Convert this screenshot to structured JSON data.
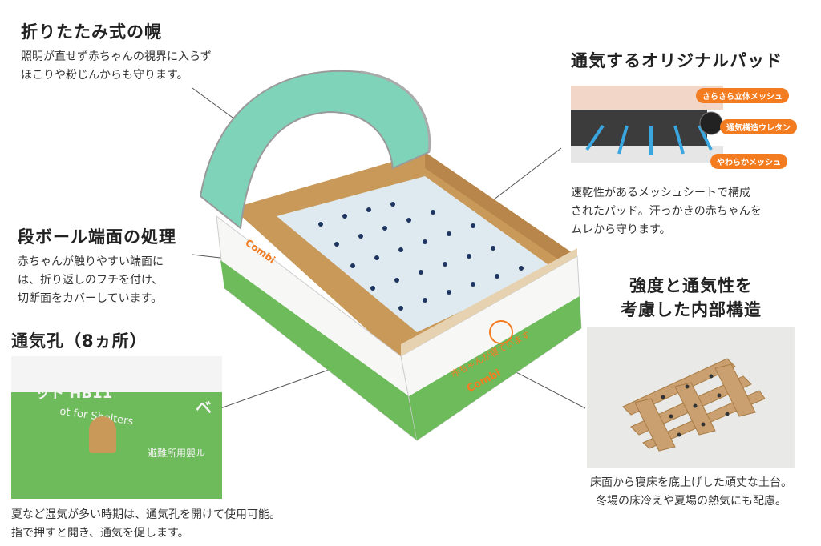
{
  "canopy": {
    "title": "折りたたみ式の幌",
    "desc_line1": "照明が直せず赤ちゃんの視界に入らず",
    "desc_line2": "ほこりや粉じんからも守ります。"
  },
  "pad": {
    "title": "通気するオリジナルパッド",
    "tag1": "さらさら立体メッシュ",
    "tag2": "通気構造ウレタン",
    "tag3": "やわらかメッシュ",
    "desc_line1": "速乾性があるメッシュシートで構成",
    "desc_line2": "されたパッド。汗っかきの赤ちゃんを",
    "desc_line3": "ムレから守ります。"
  },
  "edge": {
    "title": "段ボール端面の処理",
    "desc_line1": "赤ちゃんが触りやすい端面に",
    "desc_line2": "は、折り返しのフチを付け、",
    "desc_line3": "切断面をカバーしています。"
  },
  "vent": {
    "title": "通気孔（8ヵ所）",
    "photo_text1": "ット HB11",
    "photo_text2": "ot for Shelters",
    "photo_text3": "避難所用嬰ル",
    "photo_text4": "ベ",
    "desc_line1": "夏など湿気が多い時期は、通気孔を開けて使用可能。",
    "desc_line2": "指で押すと開き、通気を促します。"
  },
  "structure": {
    "title_line1": "強度と通気性を",
    "title_line2": "考慮した内部構造",
    "desc_line1": "床面から寝床を底上げした頑丈な土台。",
    "desc_line2": "冬場の床冷えや夏場の熱気にも配慮。"
  },
  "box": {
    "brand": "Combi",
    "label": "赤ちゃんが寝ています"
  },
  "colors": {
    "green": "#6dbb5a",
    "canopy": "#7fd3b8",
    "cardboard": "#c9995a",
    "orange": "#f47c20",
    "navy": "#1e3560"
  }
}
